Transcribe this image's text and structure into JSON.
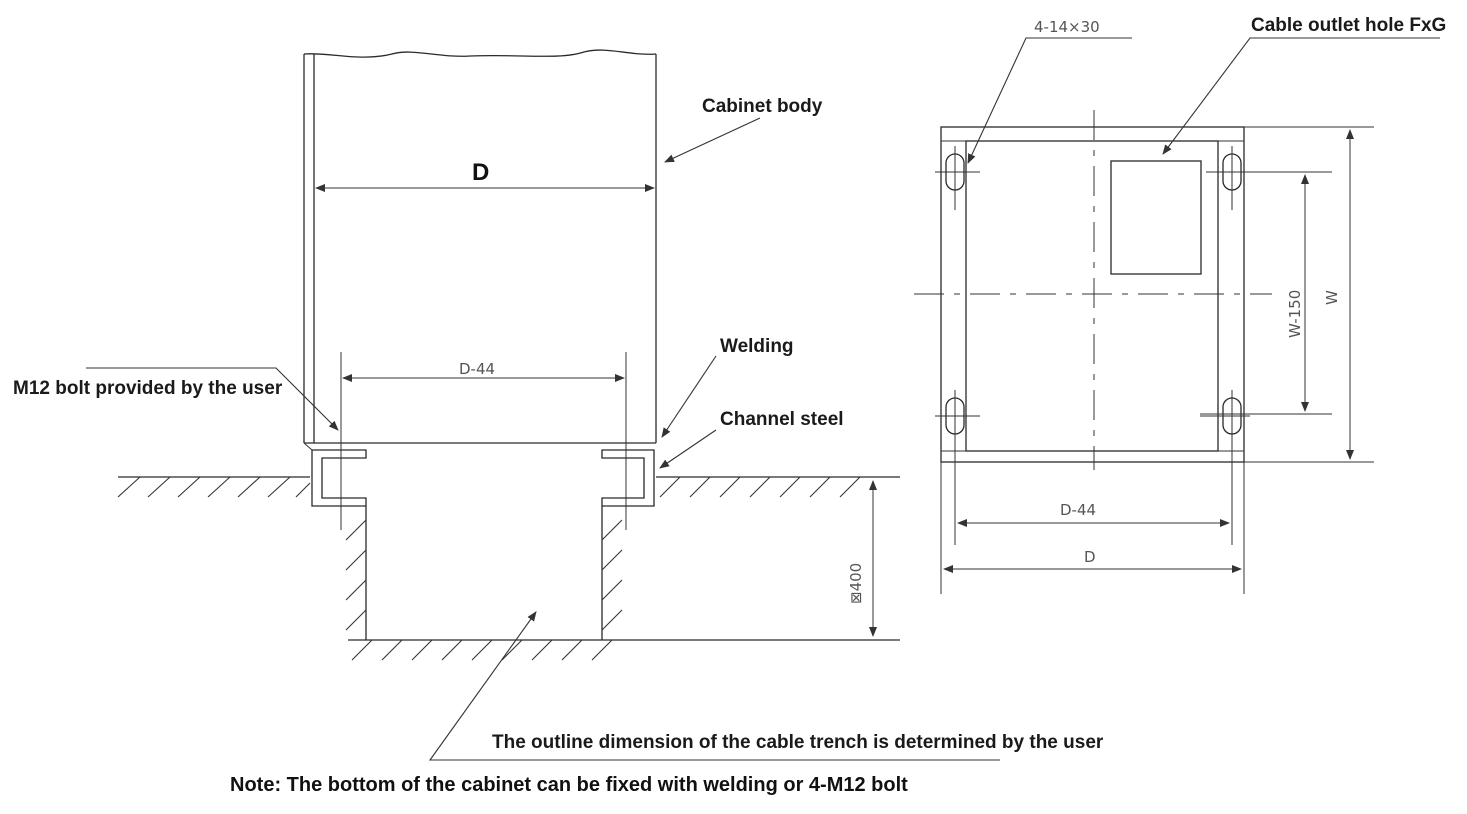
{
  "labels": {
    "cabinet_body": "Cabinet body",
    "welding": "Welding",
    "channel_steel": "Channel steel",
    "m12_bolt": "M12 bolt provided by the user",
    "trench_outline": "The outline dimension of the cable trench is determined by the user",
    "note": "Note: The bottom of the cabinet can be fixed with welding or 4-M12 bolt",
    "cable_outlet": "Cable outlet hole FxG",
    "holes": "4-14×30"
  },
  "dimensions": {
    "side_d": "D",
    "side_d44": "D-44",
    "depth": "⊠400",
    "top_d44": "D-44",
    "top_d": "D",
    "top_w150": "W-150",
    "top_w": "W"
  }
}
